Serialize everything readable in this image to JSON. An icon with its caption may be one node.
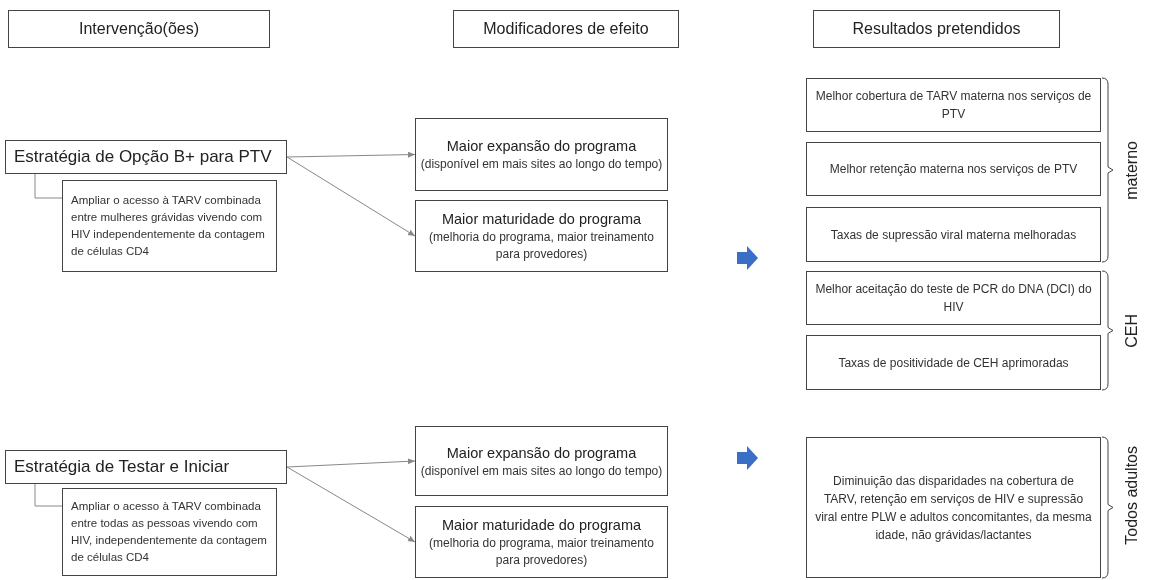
{
  "diagram": {
    "nodes": [
      {
        "text": [
          "Intervenção(ões)"
        ]
      },
      {
        "text": [
          "Modificadores de efeito"
        ]
      },
      {
        "text": [
          "Resultados pretendidos"
        ]
      },
      {
        "text": [
          "Estratégia de Opção B+ para PTV"
        ]
      },
      {
        "text": [
          "Ampliar o acesso à TARV combinada entre mulheres grávidas vivendo com HIV independentemente  da contagem de células CD4"
        ]
      },
      {
        "text": [
          "Maior expansão do programa",
          "(disponível em mais sites ao longo do tempo)"
        ]
      },
      {
        "text": [
          "Maior maturidade do programa",
          "(melhoria do programa, maior treinamento para provedores)"
        ]
      },
      {
        "text": [
          "Melhor cobertura de TARV materna nos serviços de PTV"
        ]
      },
      {
        "text": [
          "Melhor retenção materna nos serviços de PTV"
        ]
      },
      {
        "text": [
          "Taxas de supressão viral materna melhoradas"
        ]
      },
      {
        "text": [
          "Melhor aceitação do teste de PCR do DNA (DCI) do HIV"
        ]
      },
      {
        "text": [
          "Taxas de positividade de CEH aprimoradas"
        ]
      },
      {
        "text": [
          "Estratégia de Testar e Iniciar"
        ]
      },
      {
        "text": [
          "Ampliar o acesso à TARV combinada entre todas as pessoas vivendo com HIV, independentemente  da contagem de células CD4"
        ]
      },
      {
        "text": [
          "Maior expansão do programa",
          "(disponível em mais sites ao longo do tempo)"
        ]
      },
      {
        "text": [
          "Maior maturidade do programa",
          "(melhoria do programa, maior treinamento para provedores)"
        ]
      },
      {
        "text": [
          "Diminuição das disparidades na cobertura de TARV, retenção em serviços de HIV e supressão viral entre PLW e adultos concomitantes, da mesma idade, não grávidas/lactantes"
        ]
      }
    ],
    "edges": [
      {
        "from": 3,
        "to": 4,
        "arrow": "none"
      },
      {
        "from": 3,
        "to": 5,
        "arrow": "to"
      },
      {
        "from": 3,
        "to": 6,
        "arrow": "to"
      },
      {
        "from": 12,
        "to": 13,
        "arrow": "none"
      },
      {
        "from": 12,
        "to": 14,
        "arrow": "to"
      },
      {
        "from": 12,
        "to": 15,
        "arrow": "to"
      }
    ],
    "labels": [
      "materno",
      "CEH",
      "Todos adultos"
    ]
  }
}
